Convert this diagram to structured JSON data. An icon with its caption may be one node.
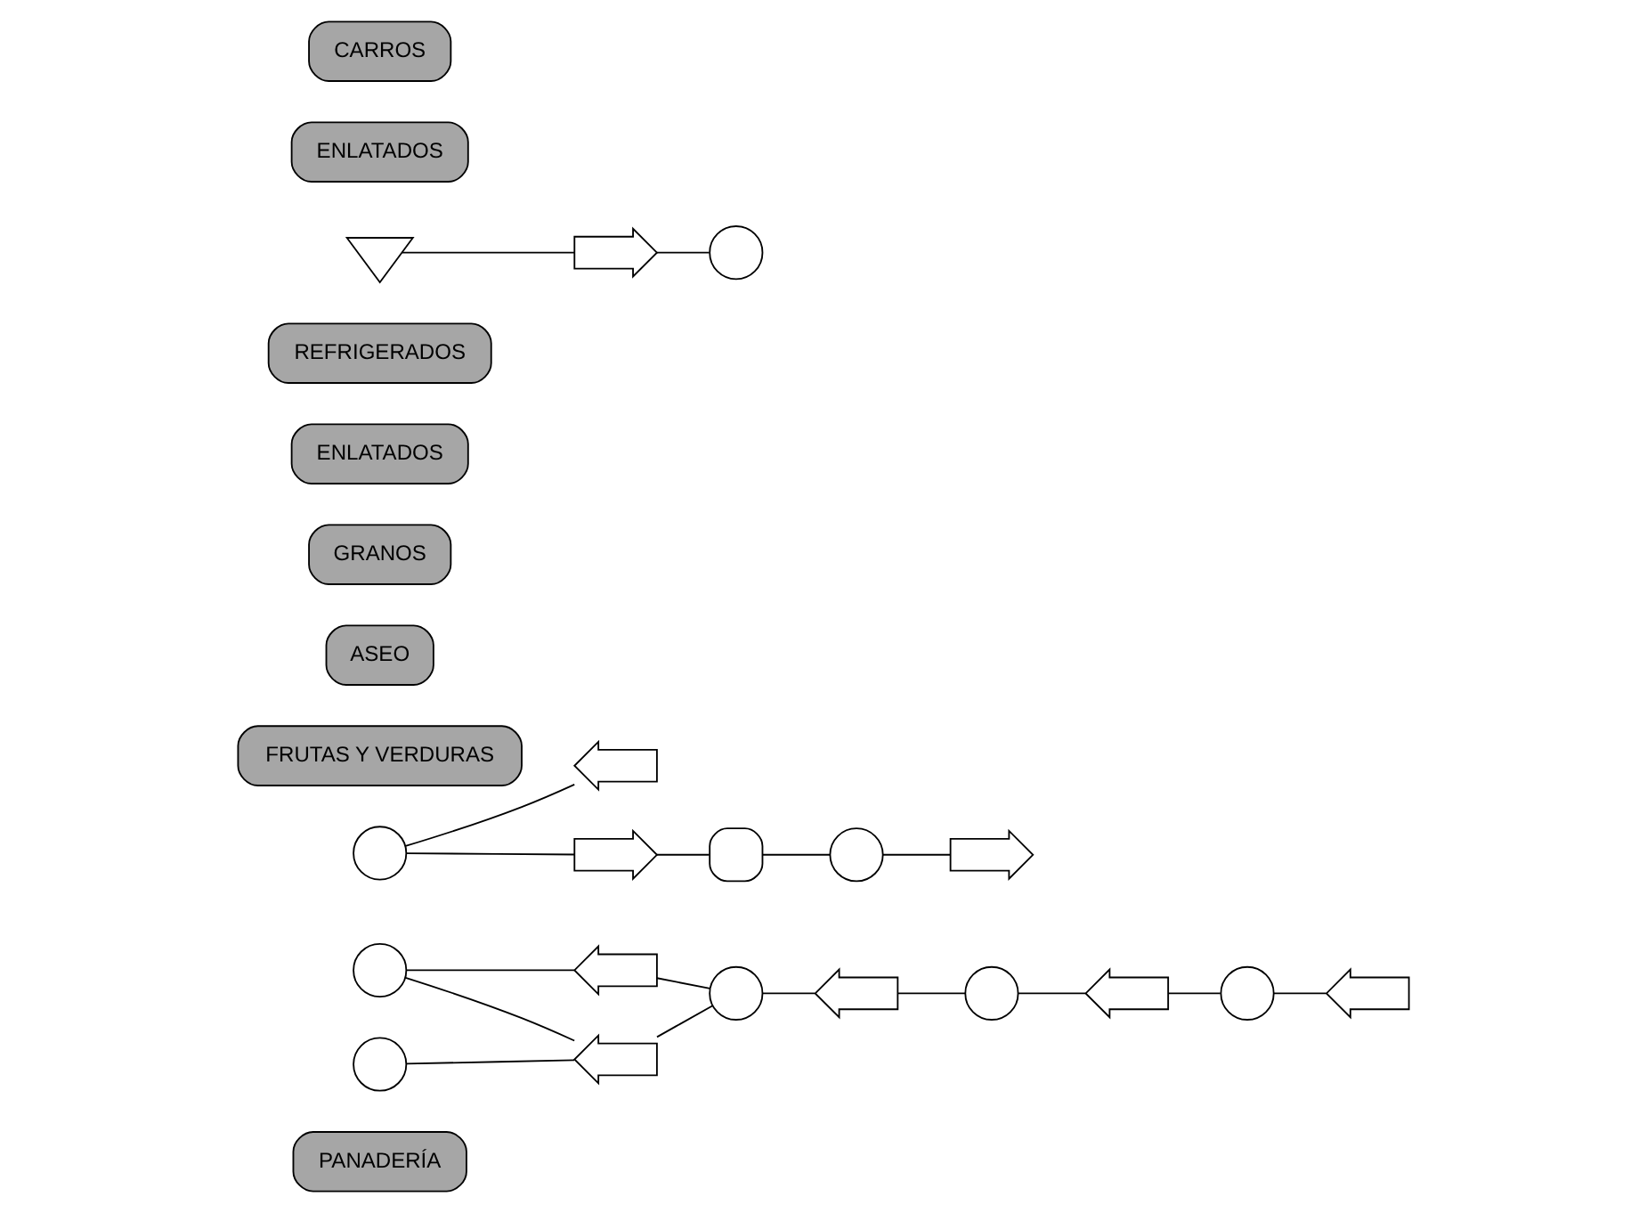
{
  "diagram": {
    "nodes": [
      {
        "text": [
          "PANADERÍA"
        ]
      },
      {
        "text": [],
        "shape": "circle"
      },
      {
        "text": [],
        "shape": "circle"
      },
      {
        "text": [],
        "shape": "arrow"
      },
      {
        "text": [],
        "shape": "arrow"
      },
      {
        "text": [],
        "shape": "arrow"
      },
      {
        "text": [
          "FRUTAS Y VERDURAS"
        ]
      },
      {
        "text": [],
        "shape": "circle"
      },
      {
        "text": [],
        "shape": "circle"
      },
      {
        "text": [],
        "shape": "arrow"
      },
      {
        "text": [],
        "shape": "circle"
      },
      {
        "text": [
          "ASEO"
        ]
      },
      {
        "text": [
          "GRANOS"
        ]
      },
      {
        "text": [],
        "shape": "arrow"
      },
      {
        "text": [
          "ENLATADOS"
        ]
      },
      {
        "text": [
          "REFRIGERADOS"
        ]
      },
      {
        "text": [],
        "shape": "circle"
      },
      {
        "text": [],
        "shape": "arrow"
      },
      {
        "text": [],
        "shape": "arrow"
      },
      {
        "text": [],
        "shape": "delay"
      },
      {
        "text": [],
        "shape": "circle"
      },
      {
        "text": [],
        "shape": "arrow"
      },
      {
        "text": [],
        "shape": "triangle"
      },
      {
        "text": [
          "ENLATADOS"
        ]
      },
      {
        "text": [
          "CARROS"
        ]
      },
      {
        "text": [],
        "shape": "arrow"
      },
      {
        "text": [],
        "shape": "circle"
      }
    ],
    "edges": [
      {
        "from": 7,
        "to": 3,
        "arrow": "none"
      },
      {
        "from": 1,
        "to": 9,
        "arrow": "none"
      },
      {
        "from": 1,
        "to": 4,
        "arrow": "none"
      },
      {
        "from": 4,
        "to": 10,
        "arrow": "none"
      },
      {
        "from": 8,
        "to": 9,
        "arrow": "none"
      },
      {
        "from": 9,
        "to": 10,
        "arrow": "none"
      },
      {
        "from": 10,
        "to": 5,
        "arrow": "none"
      },
      {
        "from": 5,
        "to": 2,
        "arrow": "none"
      },
      {
        "from": 2,
        "to": 13,
        "arrow": "none"
      },
      {
        "from": 13,
        "to": 16,
        "arrow": "none"
      },
      {
        "from": 16,
        "to": 17,
        "arrow": "none"
      },
      {
        "from": 7,
        "to": 18,
        "arrow": "none"
      },
      {
        "from": 18,
        "to": 19,
        "arrow": "none"
      },
      {
        "from": 19,
        "to": 20,
        "arrow": "none"
      },
      {
        "from": 20,
        "to": 21,
        "arrow": "none"
      },
      {
        "from": 22,
        "to": 25,
        "arrow": "none"
      },
      {
        "from": 25,
        "to": 26,
        "arrow": "none"
      }
    ]
  }
}
